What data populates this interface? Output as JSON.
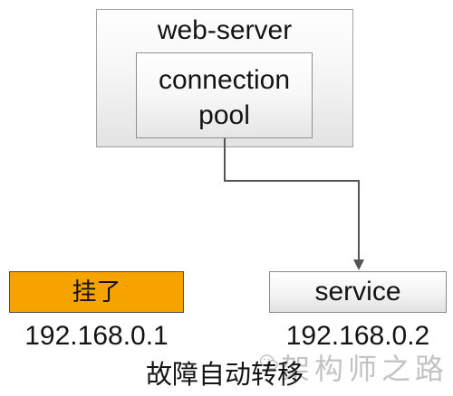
{
  "web_server": {
    "title": "web-server",
    "connection_pool": {
      "lines": [
        "connection",
        "pool"
      ]
    }
  },
  "nodes": [
    {
      "label": "挂了",
      "ip": "192.168.0.1"
    },
    {
      "label": "service",
      "ip": "192.168.0.2"
    }
  ],
  "caption": "故障自动转移",
  "watermark": {
    "icon": "wechat-icon",
    "text": "架构师之路"
  },
  "colors": {
    "failed_node_fill": "#F6A300",
    "connector": "#555555",
    "watermark": "#bdbdbd"
  }
}
